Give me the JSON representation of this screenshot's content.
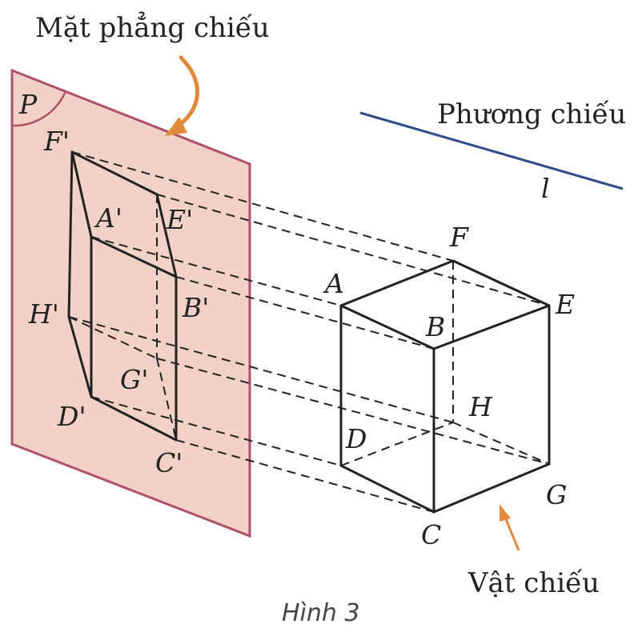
{
  "title": "Mặt phẳng chiếu",
  "plane_label": "P",
  "direction_label": "Phương chiếu",
  "direction_line_label": "l",
  "object_label": "Vật chiếu",
  "caption": "Hình 3",
  "colors": {
    "plane_fill": "#f2d2c6",
    "plane_edge": "#b0506a",
    "arrow": "#e08a3a",
    "direction_line": "#2e4c8a",
    "lines": "#222222"
  },
  "cube_vertices": [
    "A",
    "B",
    "C",
    "D",
    "E",
    "F",
    "G",
    "H"
  ],
  "projected_vertices": [
    "A'",
    "B'",
    "C'",
    "D'",
    "E'",
    "F'",
    "G'",
    "H'"
  ]
}
